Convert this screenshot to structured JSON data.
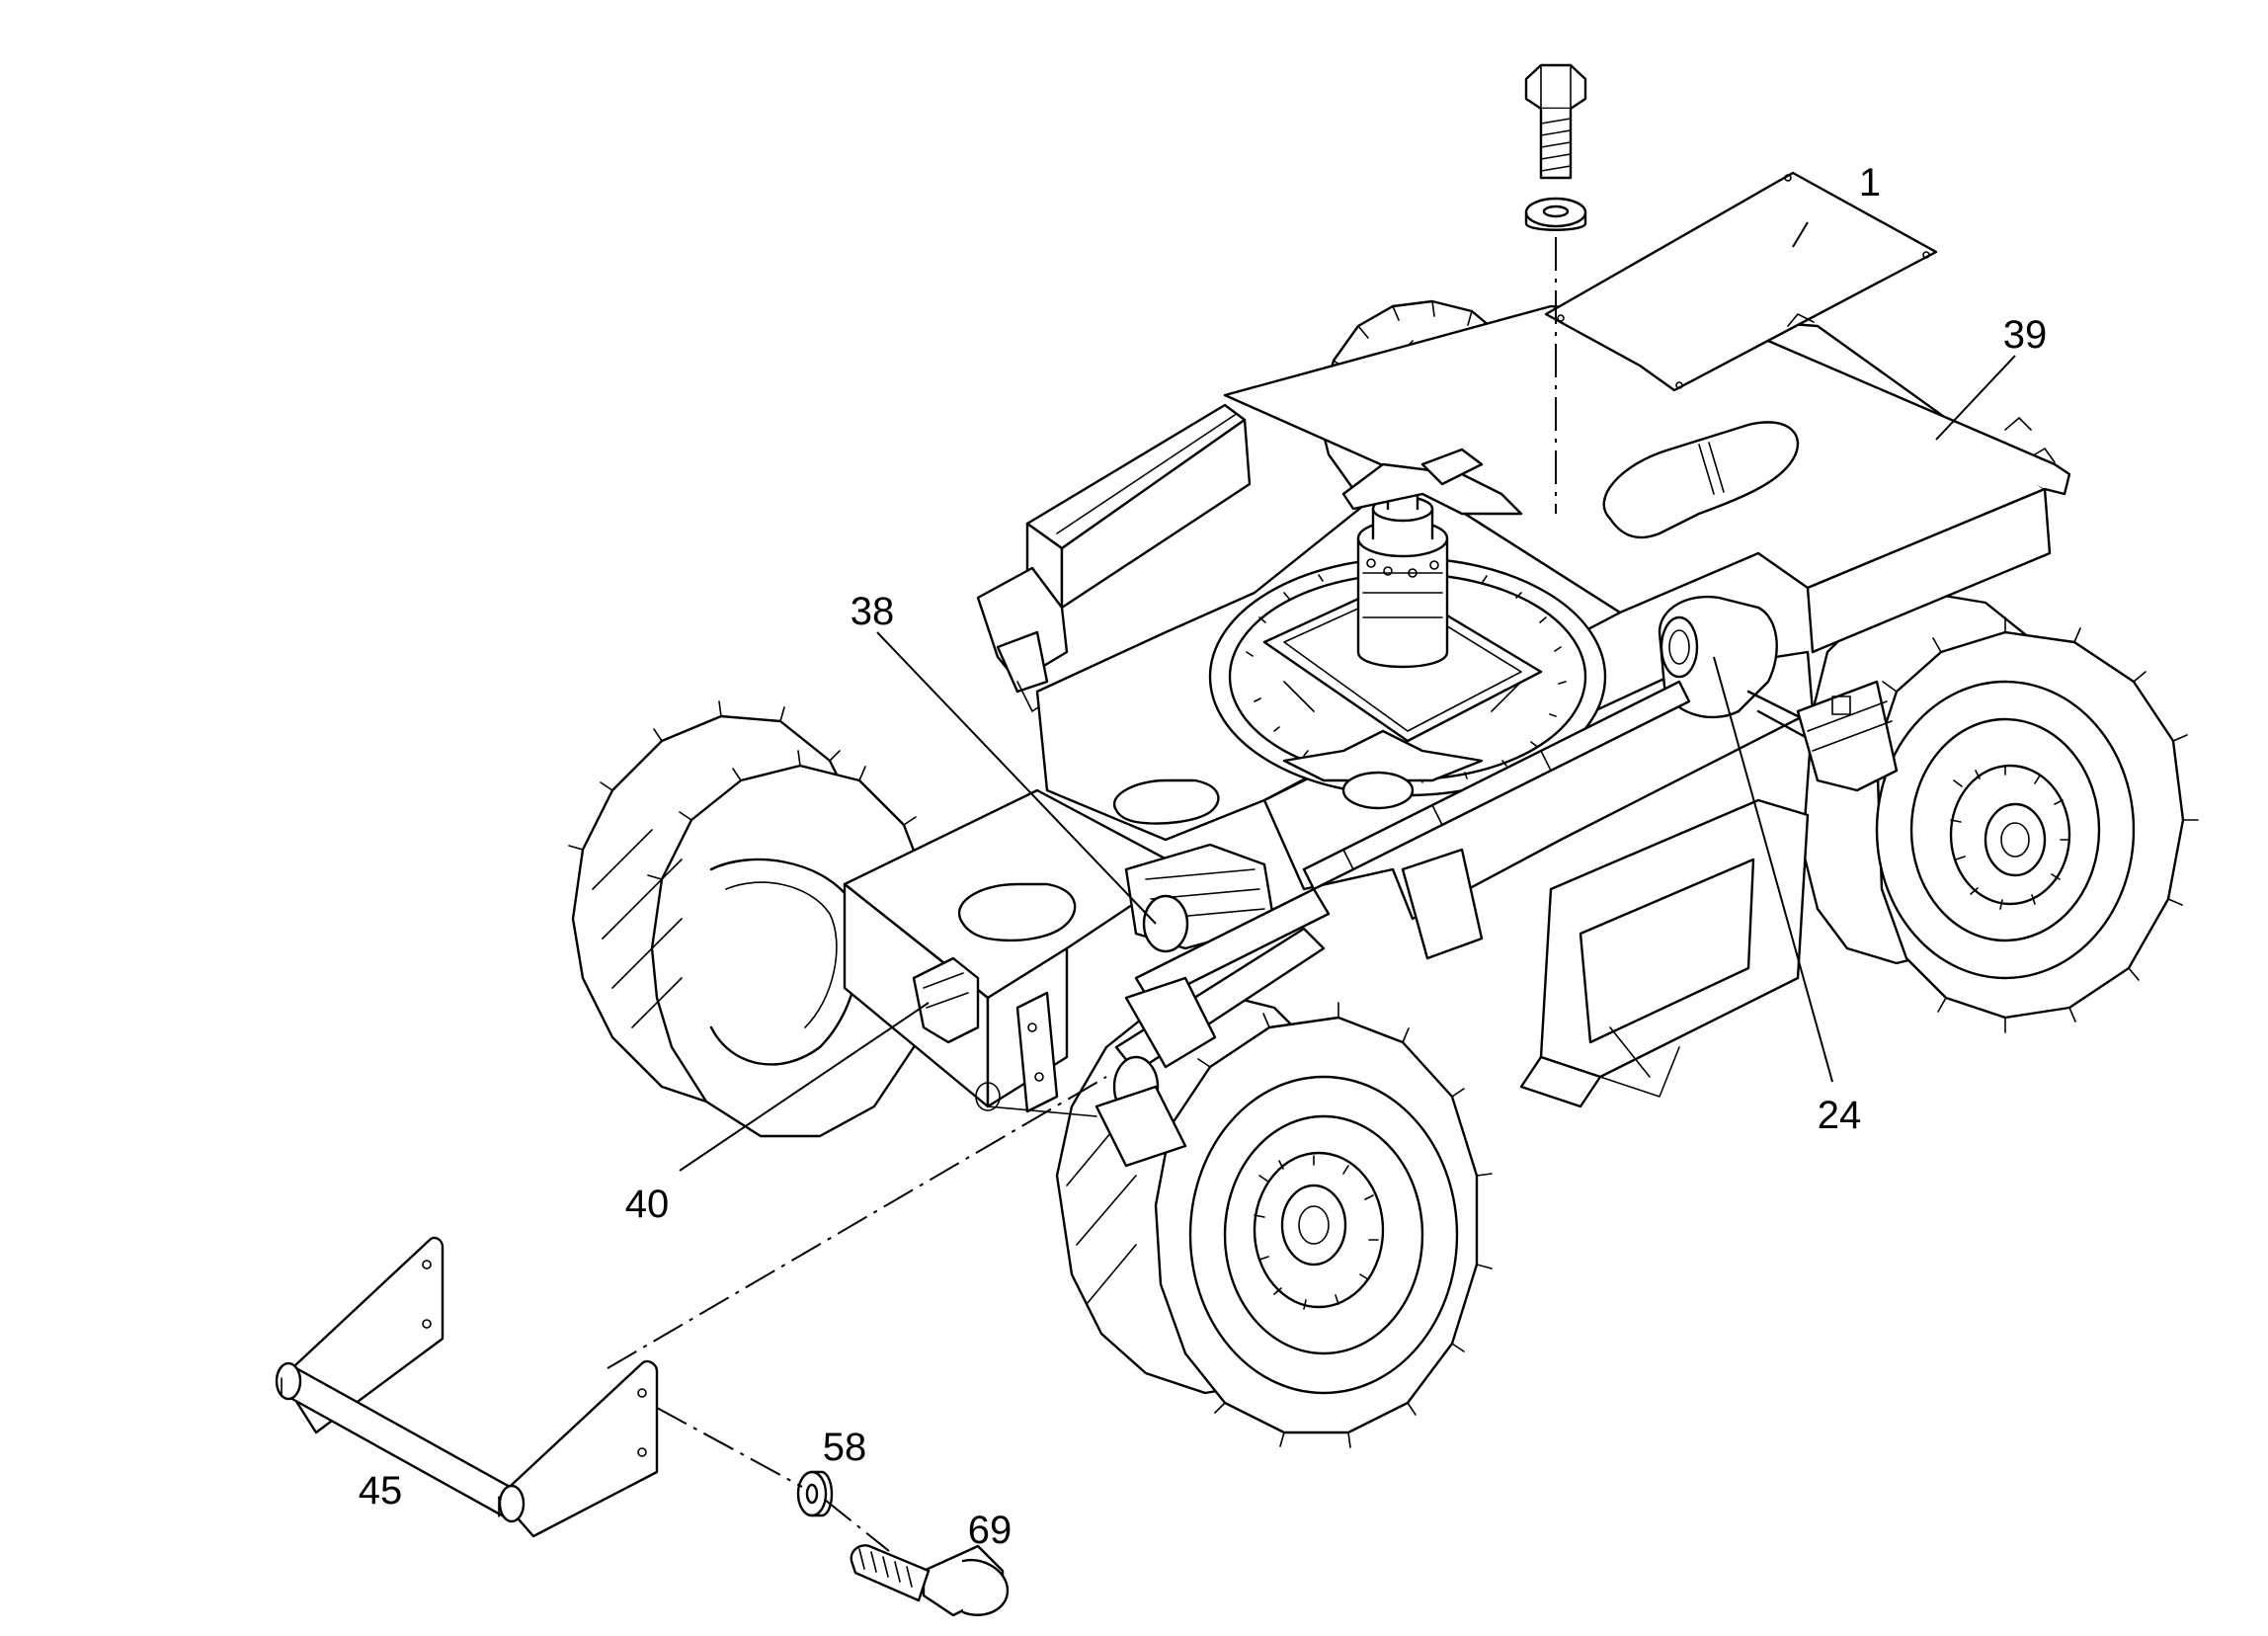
{
  "callouts": [
    {
      "id": "c1",
      "label": "1"
    },
    {
      "id": "c39",
      "label": "39"
    },
    {
      "id": "c38",
      "label": "38"
    },
    {
      "id": "c24",
      "label": "24"
    },
    {
      "id": "c40",
      "label": "40"
    },
    {
      "id": "c45",
      "label": "45"
    },
    {
      "id": "c58",
      "label": "58"
    },
    {
      "id": "c69",
      "label": "69"
    }
  ]
}
